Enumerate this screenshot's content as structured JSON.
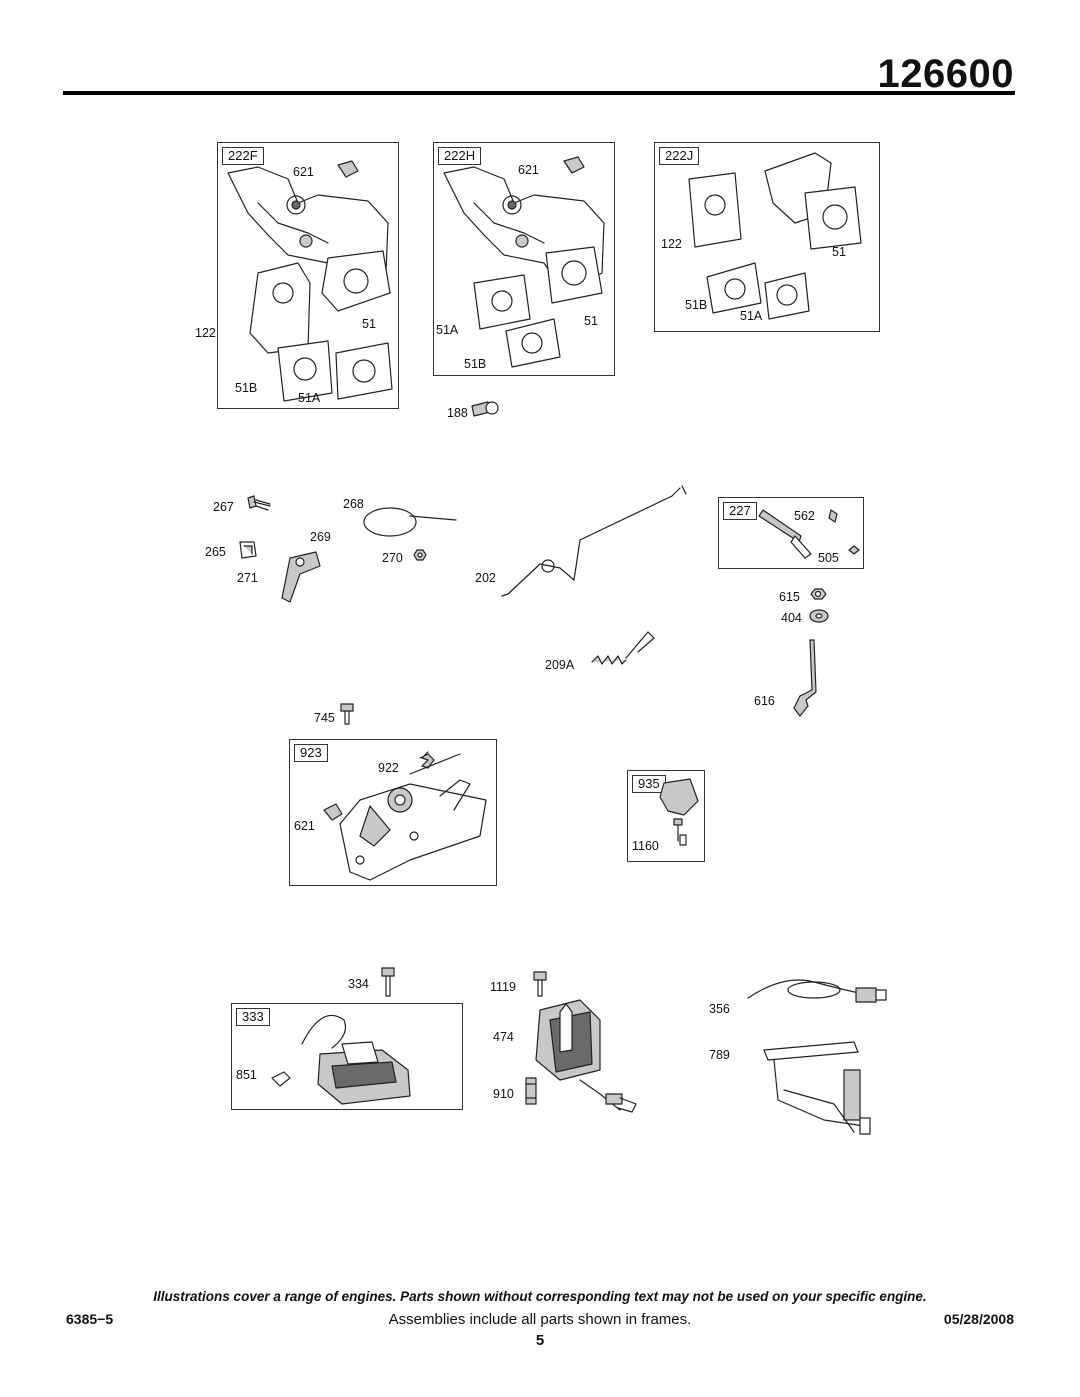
{
  "header": {
    "model_number": "126600"
  },
  "frames": {
    "f222F": "222F",
    "f222H": "222H",
    "f222J": "222J",
    "f227": "227",
    "f923": "923",
    "f935": "935",
    "f333": "333"
  },
  "parts": {
    "p621a": "621",
    "p122a": "122",
    "p51a": "51",
    "p51Ba": "51B",
    "p51Aa": "51A",
    "p621b": "621",
    "p51Ab": "51A",
    "p51b": "51",
    "p51Bb": "51B",
    "p188": "188",
    "p122c": "122",
    "p51c": "51",
    "p51Bc": "51B",
    "p51Ac": "51A",
    "p267": "267",
    "p268": "268",
    "p269": "269",
    "p265": "265",
    "p270": "270",
    "p271": "271",
    "p202": "202",
    "p562": "562",
    "p505": "505",
    "p615": "615",
    "p404": "404",
    "p209A": "209A",
    "p616": "616",
    "p745": "745",
    "p922": "922",
    "p621d": "621",
    "p1160": "1160",
    "p334": "334",
    "p1119": "1119",
    "p356": "356",
    "p474": "474",
    "p789": "789",
    "p851": "851",
    "p910": "910"
  },
  "footer": {
    "disclaimer": "Illustrations cover a range of engines. Parts shown without corresponding text may not be used on your specific engine.",
    "doc_code": "6385−5",
    "note": "Assemblies include all parts shown in frames.",
    "date": "05/28/2008",
    "page_number": "5"
  }
}
